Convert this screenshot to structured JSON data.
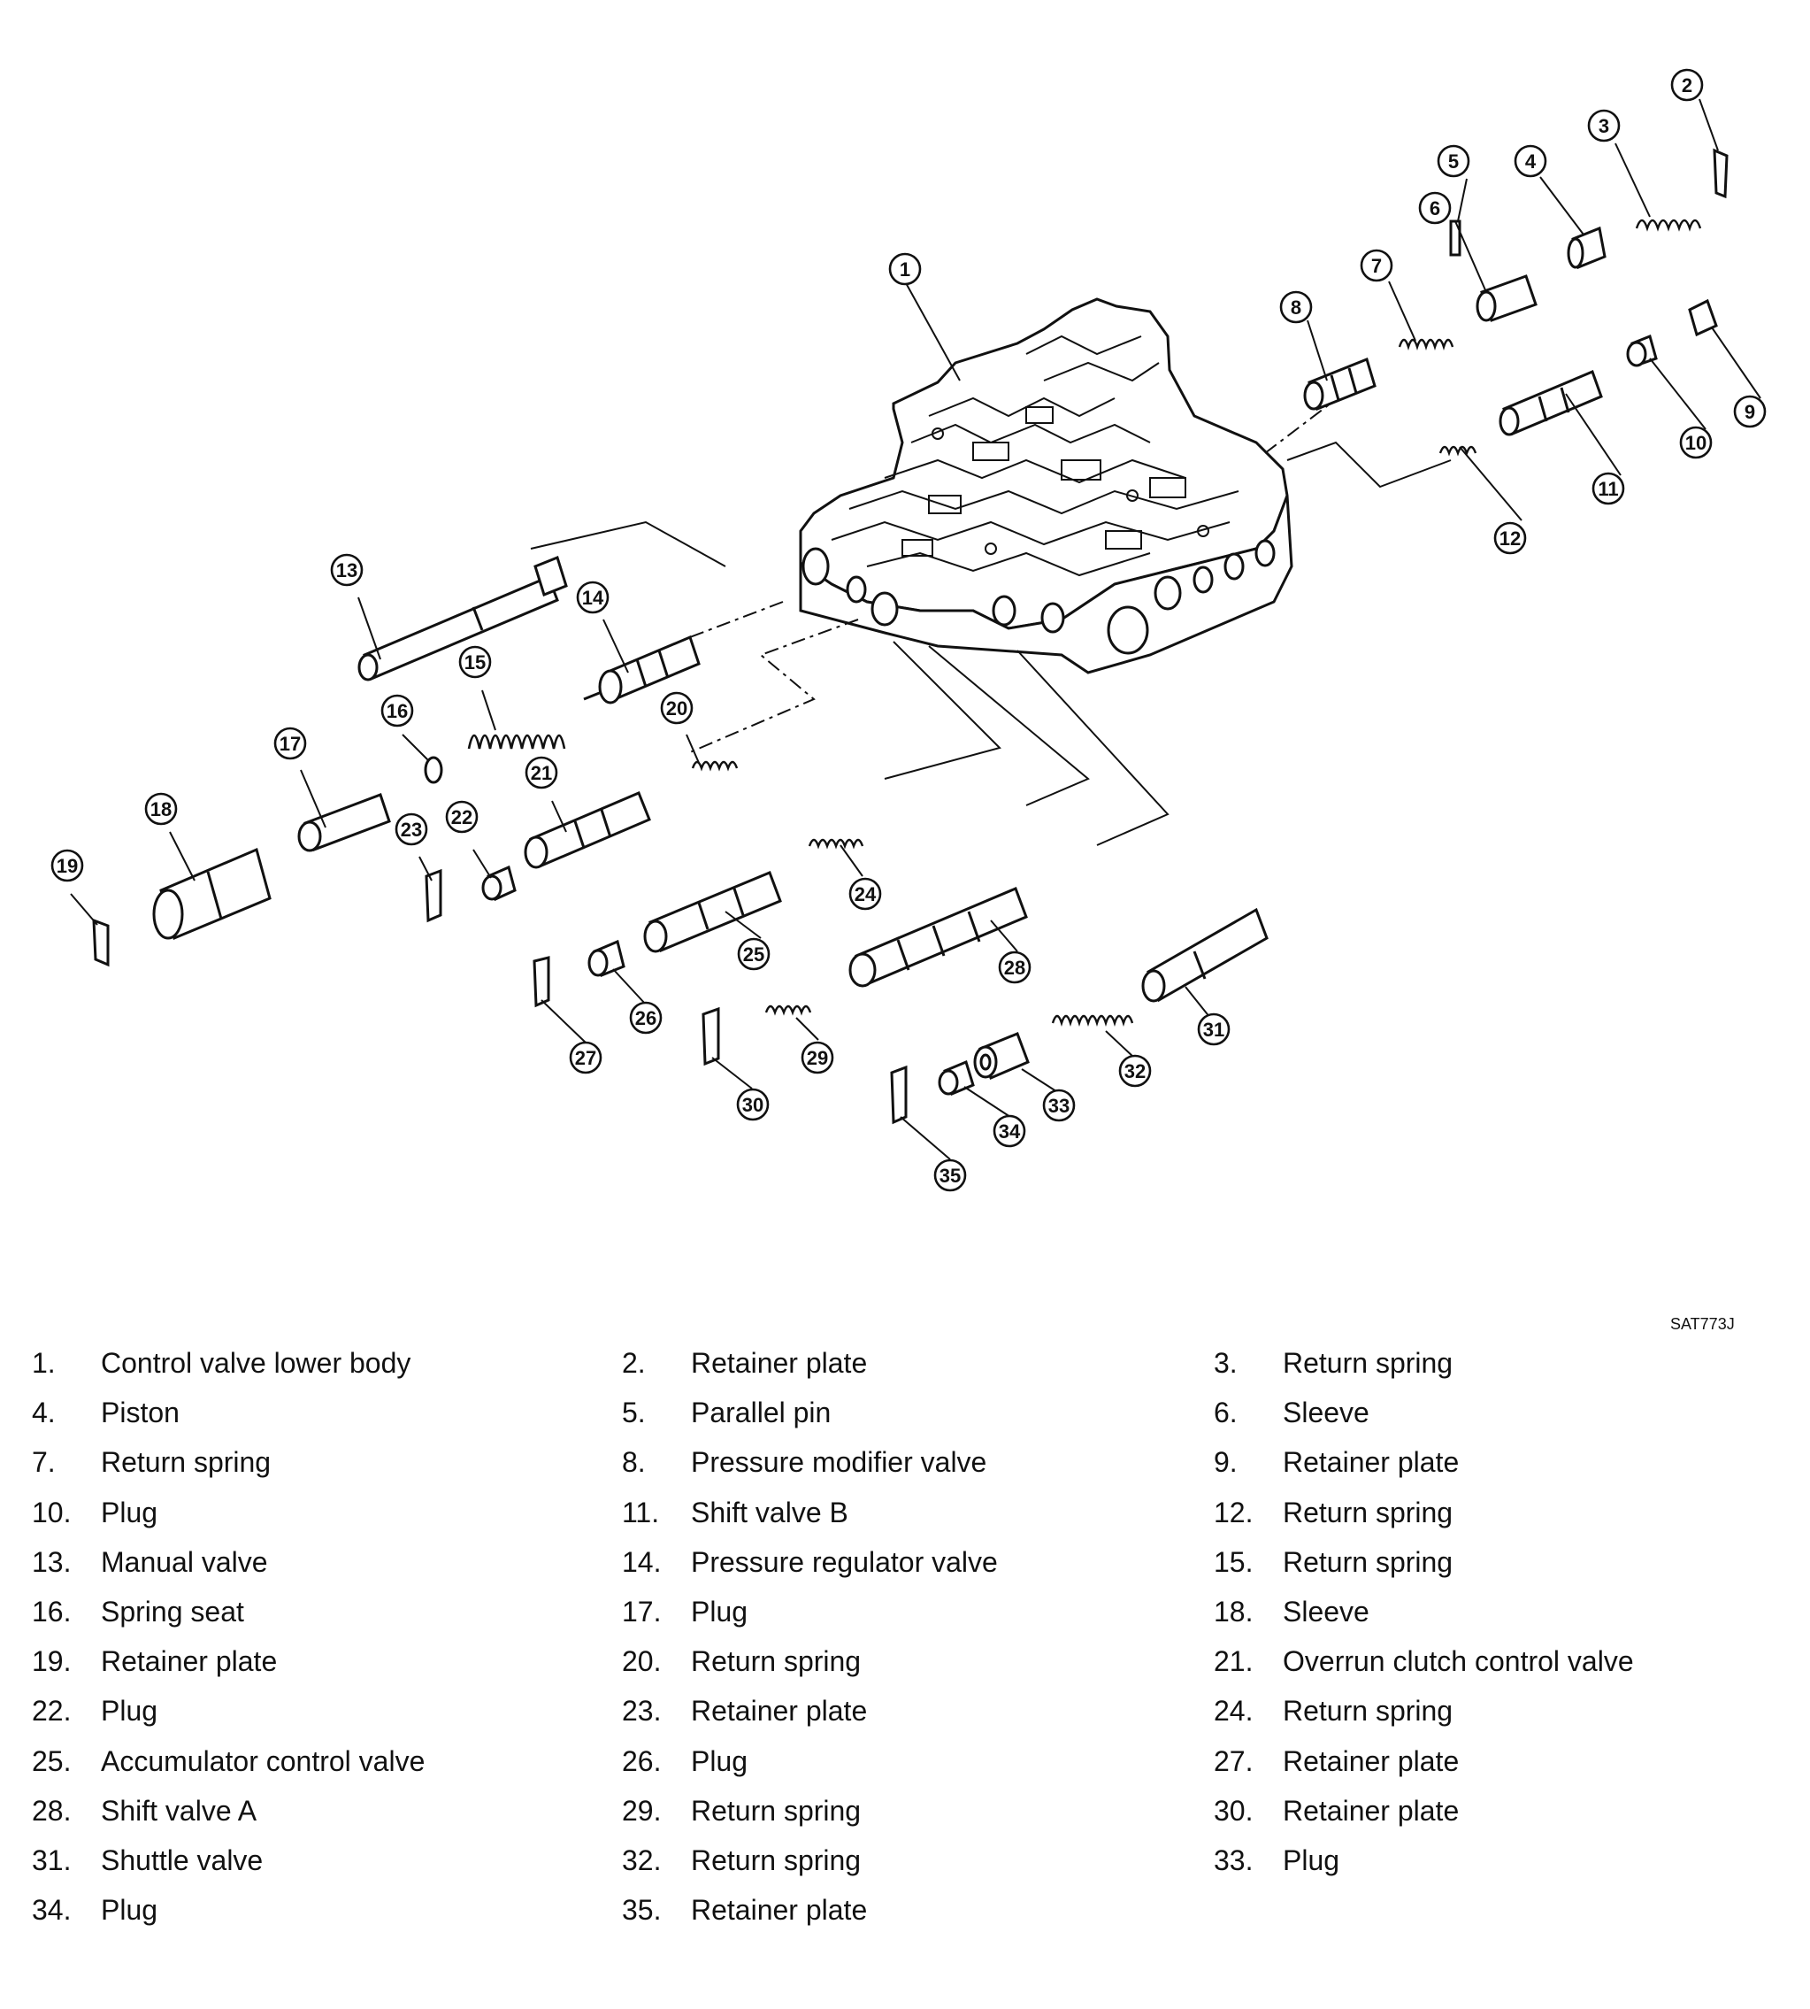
{
  "figure_code": "SAT773J",
  "callouts": [
    "1",
    "2",
    "3",
    "4",
    "5",
    "6",
    "7",
    "8",
    "9",
    "10",
    "11",
    "12",
    "13",
    "14",
    "15",
    "16",
    "17",
    "18",
    "19",
    "20",
    "21",
    "22",
    "23",
    "24",
    "25",
    "26",
    "27",
    "28",
    "29",
    "30",
    "31",
    "32",
    "33",
    "34",
    "35"
  ],
  "legend": [
    {
      "num": "1.",
      "label": "Control valve lower body"
    },
    {
      "num": "2.",
      "label": "Retainer plate"
    },
    {
      "num": "3.",
      "label": "Return spring"
    },
    {
      "num": "4.",
      "label": "Piston"
    },
    {
      "num": "5.",
      "label": "Parallel pin"
    },
    {
      "num": "6.",
      "label": "Sleeve"
    },
    {
      "num": "7.",
      "label": "Return spring"
    },
    {
      "num": "8.",
      "label": "Pressure modifier valve"
    },
    {
      "num": "9.",
      "label": "Retainer plate"
    },
    {
      "num": "10.",
      "label": "Plug"
    },
    {
      "num": "11.",
      "label": "Shift valve B"
    },
    {
      "num": "12.",
      "label": "Return spring"
    },
    {
      "num": "13.",
      "label": "Manual valve"
    },
    {
      "num": "14.",
      "label": "Pressure regulator valve"
    },
    {
      "num": "15.",
      "label": "Return spring"
    },
    {
      "num": "16.",
      "label": "Spring seat"
    },
    {
      "num": "17.",
      "label": "Plug"
    },
    {
      "num": "18.",
      "label": "Sleeve"
    },
    {
      "num": "19.",
      "label": "Retainer plate"
    },
    {
      "num": "20.",
      "label": "Return spring"
    },
    {
      "num": "21.",
      "label": "Overrun clutch control valve"
    },
    {
      "num": "22.",
      "label": "Plug"
    },
    {
      "num": "23.",
      "label": "Retainer plate"
    },
    {
      "num": "24.",
      "label": "Return spring"
    },
    {
      "num": "25.",
      "label": "Accumulator control valve"
    },
    {
      "num": "26.",
      "label": "Plug"
    },
    {
      "num": "27.",
      "label": "Retainer plate"
    },
    {
      "num": "28.",
      "label": "Shift valve A"
    },
    {
      "num": "29.",
      "label": "Return spring"
    },
    {
      "num": "30.",
      "label": "Retainer plate"
    },
    {
      "num": "31.",
      "label": "Shuttle valve"
    },
    {
      "num": "32.",
      "label": "Return spring"
    },
    {
      "num": "33.",
      "label": "Plug"
    },
    {
      "num": "34.",
      "label": "Plug"
    },
    {
      "num": "35.",
      "label": "Retainer plate"
    }
  ]
}
